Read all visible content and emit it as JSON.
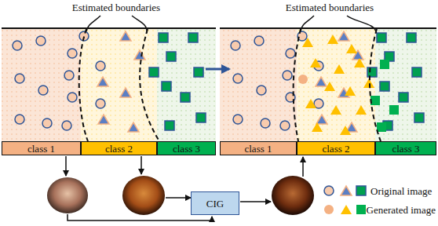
{
  "diagram": {
    "nodes": [
      {
        "text": [
          "class 1"
        ]
      },
      {
        "text": [
          "class 2"
        ]
      },
      {
        "text": [
          "class 3"
        ]
      },
      {
        "text": [
          "class 1"
        ]
      },
      {
        "text": [
          "class 2"
        ]
      },
      {
        "text": [
          "class 3"
        ]
      },
      {
        "text": [
          "CIG"
        ]
      }
    ],
    "labels": [
      "Estimated boundaries",
      "Estimated boundaries"
    ],
    "legend": [
      {
        "text": "Original image"
      },
      {
        "text": "Generated image"
      }
    ]
  }
}
